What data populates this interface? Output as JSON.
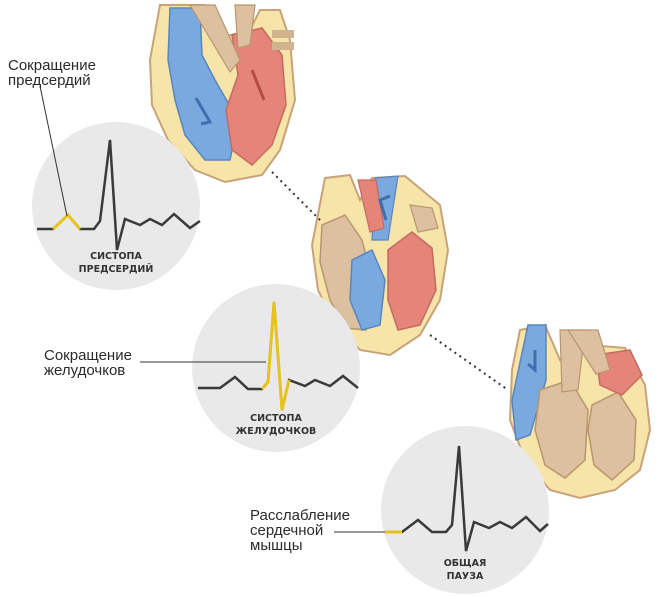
{
  "colors": {
    "panel_bg": "#e9e9e9",
    "ecg_line": "#3a3a3a",
    "highlight": "#e8c31e",
    "atrium_blue": "#79a9df",
    "atrium_red": "#e5857a",
    "muscle": "#dcc0a0",
    "fat_yellow": "#f6e4a8"
  },
  "stages": [
    {
      "id": "atrial-systole",
      "callout": "Сокращение\nпредсердий",
      "caption": "СИСТОПА\nПРЕДСЕРДИЙ",
      "highlight_segment": "p-wave"
    },
    {
      "id": "ventricular-systole",
      "callout": "Сокращение\nжелудочков",
      "caption": "СИСТОПА\nЖЕЛУДОЧКОВ",
      "highlight_segment": "qrs-complex"
    },
    {
      "id": "diastole",
      "callout": "Расслабление\nсердечной\nмышцы",
      "caption": "ОБЩАЯ\nПАУЗА",
      "highlight_segment": "baseline"
    }
  ]
}
